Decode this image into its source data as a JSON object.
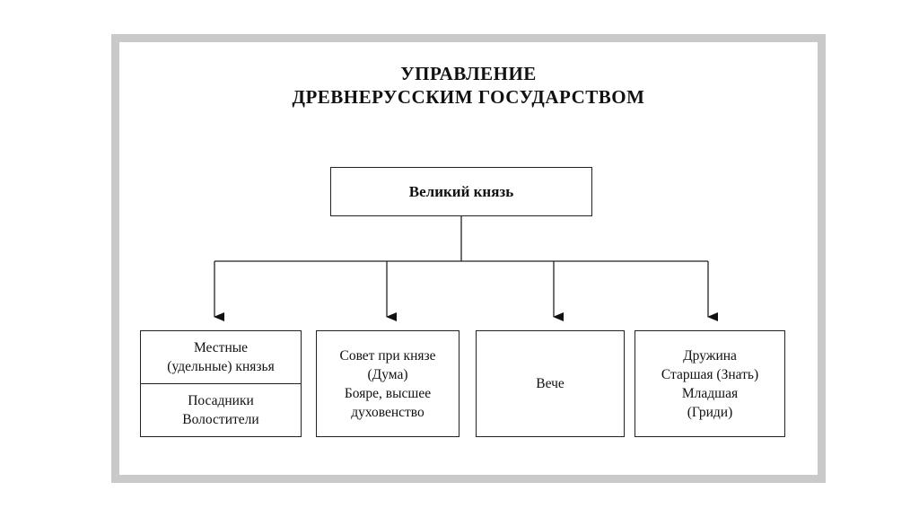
{
  "title": {
    "line1": "УПРАВЛЕНИЕ",
    "line2": "ДРЕВНЕРУССКИМ ГОСУДАРСТВОМ"
  },
  "root": {
    "label": "Великий князь"
  },
  "branches": [
    {
      "top": [
        "Местные",
        "(удельные) князья"
      ],
      "bottom": [
        "Посадники",
        "Волостители"
      ]
    },
    {
      "lines": [
        "Совет при князе",
        "(Дума)",
        "Бояре, высшее",
        "духовенство"
      ]
    },
    {
      "lines": [
        "Вече"
      ]
    },
    {
      "lines": [
        "Дружина",
        "Старшая (Знать)",
        "Младшая",
        "(Гриди)"
      ]
    }
  ]
}
